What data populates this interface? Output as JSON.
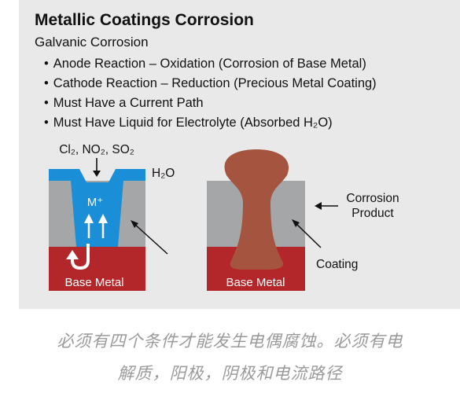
{
  "title": "Metallic Coatings Corrosion",
  "subtitle": "Galvanic Corrosion",
  "bullets": [
    "Anode Reaction – Oxidation (Corrosion of Base Metal)",
    "Cathode Reaction – Reduction (Precious Metal Coating)",
    "Must Have a Current Path",
    "Must Have Liquid for Electrolyte (Absorbed H₂O)"
  ],
  "left_diagram": {
    "gases": "Cl₂, NO₂, SO₂",
    "water": "H₂O",
    "ion": "M⁺",
    "base_metal": "Base Metal"
  },
  "right_diagram": {
    "corrosion_product_line1": "Corrosion",
    "corrosion_product_line2": "Product",
    "coating": "Coating",
    "base_metal": "Base Metal"
  },
  "caption_line1": "必须有四个条件才能发生电偶腐蚀。必须有电",
  "caption_line2": "解质，阳极，阴极和电流路径",
  "colors": {
    "panel": "#e9e9ea",
    "coating_gray": "#a5a6a8",
    "electrolyte_blue": "#1a8ed6",
    "base_metal_red": "#b3272a",
    "corrosion_brown": "#a5543f"
  }
}
